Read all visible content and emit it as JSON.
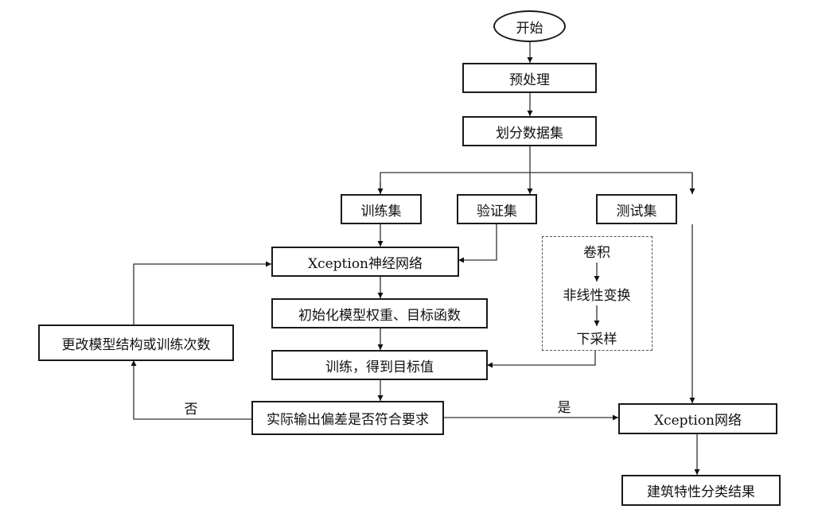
{
  "flowchart": {
    "start": "开始",
    "preprocess": "预处理",
    "split_dataset": "划分数据集",
    "train_set": "训练集",
    "validation_set": "验证集",
    "test_set": "测试集",
    "xception_nn": "Xception神经网络",
    "init_weights": "初始化模型权重、目标函数",
    "train_target": "训练，得到目标值",
    "decision": "实际输出偏差是否符合要求",
    "modify_model": "更改模型结构或训练次数",
    "xception_net": "Xception网络",
    "result": "建筑特性分类结果",
    "inner_steps": [
      "卷积",
      "非线性变换",
      "下采样"
    ],
    "label_no": "否",
    "label_yes": "是"
  }
}
